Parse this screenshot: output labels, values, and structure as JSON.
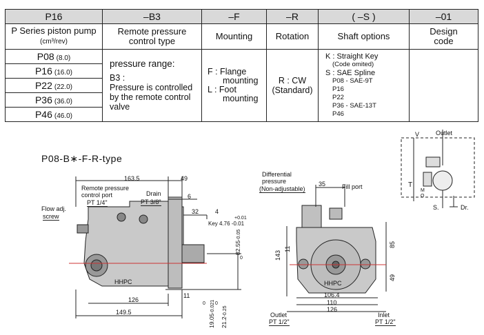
{
  "table": {
    "headers": [
      "P16",
      "–B3",
      "–F",
      "–R",
      "( –S )",
      "–01"
    ],
    "subheaders": {
      "pump": "P Series piston pump",
      "pump_unit": "(cm³/rev)",
      "control_1": "Remote pressure",
      "control_2": "control type",
      "mounting": "Mounting",
      "rotation": "Rotation",
      "shaft": "Shaft options",
      "design_1": "Design",
      "design_2": "code"
    },
    "models": [
      {
        "name": "P08",
        "cap": "(8.0)"
      },
      {
        "name": "P16",
        "cap": "(16.0)"
      },
      {
        "name": "P22",
        "cap": "(22.0)"
      },
      {
        "name": "P36",
        "cap": "(36.0)"
      },
      {
        "name": "P46",
        "cap": "(46.0)"
      }
    ],
    "pressure_range": "pressure range:",
    "b3_label": "B3 :",
    "b3_desc_1": "Pressure is controlled",
    "b3_desc_2": "by the remote control",
    "b3_desc_3": "valve",
    "mount_f_1": "F : Flange",
    "mount_f_2": "mounting",
    "mount_l_1": "L : Foot",
    "mount_l_2": "mounting",
    "rot_1": "R : CW",
    "rot_2": "(Standard)",
    "shaft_k": "K : Straight Key",
    "shaft_k_note": "(Code omited)",
    "shaft_s": "S : SAE Spline",
    "shaft_rows": [
      "P08 -  SAE-9T",
      "P16",
      "P22",
      "P36 -  SAE-13T",
      "P46"
    ]
  },
  "drawing": {
    "title": "P08-B∗-F-R-type",
    "dims_side": [
      "163.5",
      "49",
      "6",
      "32",
      "4",
      "+0.01",
      "Key 4.76 -0.01",
      "126",
      "149.5",
      "11",
      "82.55",
      "-0.05",
      "0",
      "19.05",
      "-0.021",
      "0",
      "21.2",
      "-0.25",
      "0"
    ],
    "labels_side": [
      "Remote pressure",
      "control port",
      "PT 1/4\"",
      "Drain",
      "PT 3/8\"",
      "Flow adj.",
      "screw",
      "HHPC"
    ],
    "labels_front": [
      "Differential",
      "pressure",
      "(Non-adjustable)",
      "35",
      "Fill port",
      "143",
      "11",
      "85",
      "49",
      "106.4",
      "110",
      "126",
      "Outlet",
      "PT 1/2\"",
      "Inlet",
      "PT 1/2\"",
      "HHPC"
    ],
    "labels_schematic": [
      "V",
      "Outlet",
      "T",
      "M",
      "O",
      "S.",
      "Dr."
    ]
  }
}
